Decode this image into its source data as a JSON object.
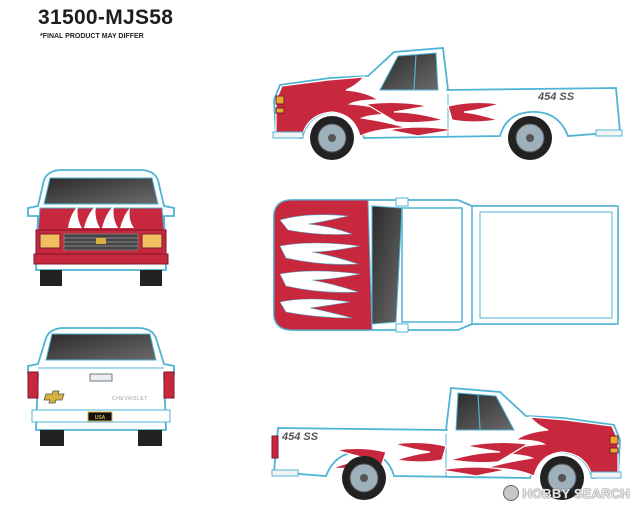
{
  "header": {
    "product_code": "31500-MJS58",
    "disclaimer": "*FINAL PRODUCT MAY DIFFER"
  },
  "views": [
    {
      "id": "side-left",
      "label": "Driver side view"
    },
    {
      "id": "front",
      "label": "Front view"
    },
    {
      "id": "top",
      "label": "Top view"
    },
    {
      "id": "rear",
      "label": "Rear view"
    },
    {
      "id": "side-right",
      "label": "Passenger side view"
    }
  ],
  "decals": {
    "model": "454 SS",
    "rear_brand": "CHEVROLET",
    "license_plate": "USA"
  },
  "watermark": {
    "text": "HOBBY SEARCH"
  },
  "colors": {
    "body": "#ffffff",
    "outline": "#4fb4d4",
    "flame_red": "#c8283e",
    "flame_dark": "#7a1a30",
    "window": "#3b3b3b",
    "tire": "#222222",
    "rim": "#9fb0bd"
  }
}
